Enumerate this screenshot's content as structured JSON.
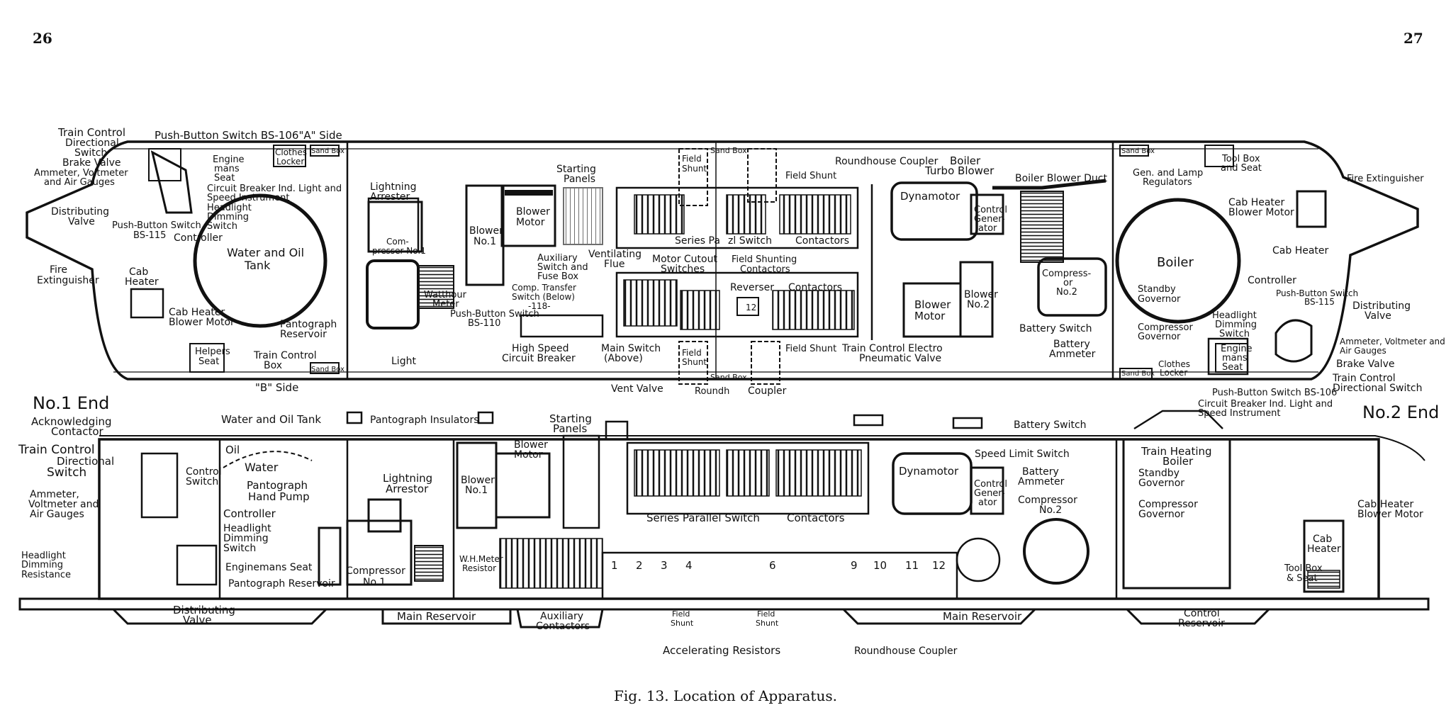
{
  "page": {
    "left_number": "26",
    "right_number": "27",
    "caption_fig": "Fig. 13.",
    "caption_text": "Location of Apparatus."
  },
  "top_view": {
    "side_a": "Push-Button Switch BS-106\"A\" Side",
    "side_b": "\"B\" Side",
    "labels": {
      "train_control_dir": "Train Control",
      "train_control_dir2": "Directional",
      "train_control_dir3": "Switch",
      "brake_valve": "Brake Valve",
      "ammeter": "Ammeter, Voltmeter",
      "ammeter2": "and Air Gauges",
      "distributing_valve": "Distributing",
      "distributing_valve2": "Valve",
      "pb_switch_115": "Push-Button Switch",
      "bs115": "BS-115",
      "controller": "Controller",
      "fire_ext": "Fire",
      "fire_ext2": "Extinguisher",
      "cab_heater": "Cab",
      "cab_heater2": "Heater",
      "cab_heater_motor": "Cab Heater",
      "cab_heater_motor2": "Blower Motor",
      "helpers_seat": "Helpers",
      "helpers_seat2": "Seat",
      "train_control_box": "Train Control",
      "train_control_box2": "Box",
      "clothes_locker": "Clothes",
      "clothes_locker2": "Locker",
      "sand_box": "Sand Box",
      "enginemans_seat": "Engine",
      "enginemans_seat2": "mans",
      "enginemans_seat3": "Seat",
      "circuit_breaker": "Circuit Breaker Ind. Light and",
      "circuit_breaker2": "Speed Instrument",
      "headlight_dim": "Headlight",
      "headlight_dim2": "Dimming",
      "headlight_dim3": "Switch",
      "water_oil_tank": "Water and Oil",
      "water_oil_tank2": "Tank",
      "pantograph_res": "Pantograph",
      "pantograph_res2": "Reservoir",
      "lightning_arrester": "Lightning",
      "lightning_arrester2": "Arrester",
      "compressor1": "Com-",
      "compressor1b": "presser No.1",
      "light": "Light",
      "watthour": "Watthour",
      "watthour2": "Meter",
      "pb_110": "Push-Button Switch",
      "bs110": "BS-110",
      "blower1": "Blower",
      "blower1b": "No.1",
      "blower_motor": "Blower",
      "blower_motor2": "Motor",
      "aux_switch": "Auxiliary",
      "aux_switch2": "Switch and",
      "aux_switch3": "Fuse Box",
      "comp_transfer": "Comp. Transfer",
      "comp_transfer2": "Switch (Below)",
      "comp_transfer3": "-118-",
      "high_speed_cb": "High Speed",
      "high_speed_cb2": "Circuit Breaker",
      "main_switch": "Main Switch",
      "main_switch2": "(Above)",
      "vent_valve": "Vent Valve",
      "starting_panels": "Starting",
      "starting_panels2": "Panels",
      "ventilating_flue": "Ventilating",
      "ventilating_flue2": "Flue",
      "motor_cutout": "Motor Cutout",
      "motor_cutout2": "Switches",
      "field_shunting": "Field Shunting",
      "field_shunting2": "Contactors",
      "reverser": "Reverser",
      "contactors": "Contactors",
      "series_parallel": "Series Pa",
      "series_parallel2": "zl Switch",
      "contactors_top": "Contactors",
      "field_shunt": "Field",
      "field_shunt2": "Shunt",
      "field_shunt_lbl": "Field Shunt",
      "roundhouse_coupler": "Roundhouse Coupler",
      "roundh": "Roundh",
      "coupler": "Coupler",
      "boiler_turbo": "Boiler",
      "boiler_turbo2": "Turbo Blower",
      "boiler_duct": "Boiler Blower Duct",
      "dynamotor": "Dynamotor",
      "control_gen": "Control",
      "control_gen2": "Gener-",
      "control_gen3": "ator",
      "blower_motor_b": "Blower",
      "blower_motor_b2": "Motor",
      "blower2": "Blower",
      "blower2b": "No.2",
      "compressor2": "Compress-",
      "compressor2b": "or",
      "compressor2c": "No.2",
      "battery_switch": "Battery Switch",
      "battery_ammeter": "Battery",
      "battery_ammeter2": "Ammeter",
      "tc_pneumatic": "Train Control Electro",
      "tc_pneumatic2": "Pneumatic Valve",
      "gen_lamp": "Gen. and Lamp",
      "gen_lamp2": "Regulators",
      "boiler": "Boiler",
      "standby_gov": "Standby",
      "standby_gov2": "Governor",
      "compressor_gov": "Compressor",
      "compressor_gov2": "Governor",
      "tool_box": "Tool Box",
      "tool_box2": "and Seat",
      "fire_ext_r": "Fire Extinguisher",
      "cab_heater_motor_r": "Cab Heater",
      "cab_heater_motor_r2": "Blower Motor",
      "cab_heater_r": "Cab Heater",
      "controller_r": "Controller",
      "pb_115_r": "Push-Button Switch",
      "bs115_r": "BS-115",
      "distributing_r": "Distributing",
      "distributing_r2": "Valve",
      "headlight_r": "Headlight",
      "headlight_r2": "Dimming",
      "headlight_r3": "Switch",
      "ammeter_r": "Ammeter, Voltmeter and",
      "ammeter_r2": "Air Gauges",
      "brake_valve_r": "Brake Valve",
      "tc_dir_r": "Train Control",
      "tc_dir_r2": "Directional Switch",
      "pb_106_r": "Push-Button Switch BS-106",
      "cb_r": "Circuit Breaker Ind. Light and",
      "cb_r2": "Speed Instrument",
      "clothes_r": "Clothes",
      "clothes_r2": "Locker",
      "sandbox_r": "Sand Box",
      "enginemans_r": "Engine",
      "enginemans_r2": "mans",
      "enginemans_r3": "Seat",
      "tool_box_label": "12"
    }
  },
  "side_view": {
    "no1_end": "No.1 End",
    "no2_end": "No.2 End",
    "labels": {
      "ack_contactor": "Acknowledging",
      "ack_contactor2": "Contactor",
      "tc_dir": "Train Control",
      "tc_dir2": "Directional",
      "tc_dir3": "Switch",
      "ammeter": "Ammeter,",
      "ammeter2": "Voltmeter and",
      "ammeter3": "Air Gauges",
      "headlight_res": "Headlight",
      "headlight_res2": "Dimming",
      "headlight_res3": "Resistance",
      "water_oil_tank": "Water and Oil Tank",
      "control_switch": "Control",
      "control_switch2": "Switch",
      "oil": "Oil",
      "water": "Water",
      "pantograph_pump": "Pantograph",
      "pantograph_pump2": "Hand Pump",
      "controller": "Controller",
      "headlight_sw": "Headlight",
      "headlight_sw2": "Dimming",
      "headlight_sw3": "Switch",
      "enginemans_seat": "Enginemans Seat",
      "pantograph_res": "Pantograph Reservoir",
      "pantograph_ins": "Pantograph Insulators",
      "lightning_arrestor": "Lightning",
      "lightning_arrestor2": "Arrestor",
      "compressor1": "Compressor",
      "compressor1b": "No.1",
      "blower1": "Blower",
      "blower1b": "No.1",
      "blower_motor": "Blower",
      "blower_motor2": "Motor",
      "wh_meter": "W.H.Meter",
      "wh_meter2": "Resistor",
      "starting_panels": "Starting",
      "starting_panels2": "Panels",
      "series_parallel": "Series Parallel Switch",
      "contactors": "Contactors",
      "dynamotor": "Dynamotor",
      "control_gen": "Control",
      "control_gen2": "Gener-",
      "control_gen3": "ator",
      "battery_switch": "Battery Switch",
      "speed_limit": "Speed Limit Switch",
      "battery_ammeter": "Battery",
      "battery_ammeter2": "Ammeter",
      "compressor2": "Compressor",
      "compressor2b": "No.2",
      "train_heating": "Train Heating",
      "train_heating2": "Boiler",
      "standby_gov": "Standby",
      "standby_gov2": "Governor",
      "compressor_gov": "Compressor",
      "compressor_gov2": "Governor",
      "cab_heater_motor": "Cab Heater",
      "cab_heater_motor2": "Blower Motor",
      "cab_heater": "Cab",
      "cab_heater2": "Heater",
      "tool_box": "Tool Box",
      "tool_box2": "& Seat",
      "distributing": "Distributing",
      "distributing2": "Valve",
      "main_res_l": "Main Reservoir",
      "main_res_r": "Main Reservoir",
      "aux_contactors": "Auxiliary",
      "aux_contactors2": "Contactors",
      "field_shunt": "Field",
      "field_shunt2": "Shunt",
      "control_res": "Control",
      "control_res2": "Reservoir",
      "accel_res": "Accelerating Resistors",
      "roundhouse": "Roundhouse Coupler"
    },
    "battery_cells": [
      "1",
      "2",
      "3",
      "4",
      "6",
      "9",
      "10",
      "11",
      "12"
    ]
  }
}
